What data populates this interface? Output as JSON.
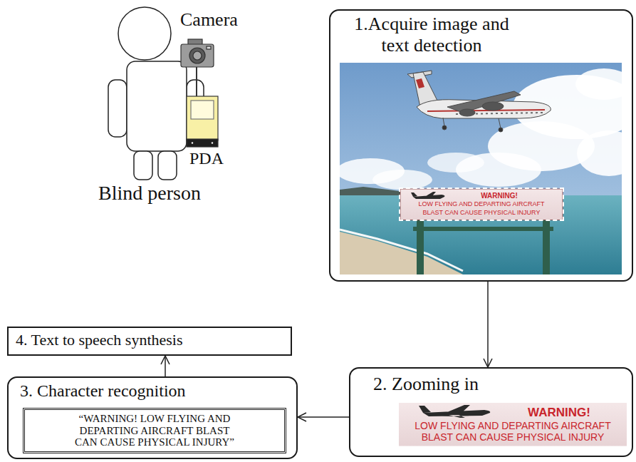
{
  "diagram": {
    "nodes": [
      {
        "text": [
          "1.Acquire image and text detection"
        ]
      },
      {
        "text": [
          "WARNING!",
          "LOW FLYING AND DEPARTING AIRCRAFT BLAST CAN CAUSE PHYSICAL INJURY"
        ],
        "in": 0
      },
      {
        "text": [
          "2. Zooming in"
        ]
      },
      {
        "text": [
          "WARNING!",
          "LOW FLYING AND DEPARTING AIRCRAFT BLAST CAN CAUSE PHYSICAL INJURY"
        ],
        "in": 2
      },
      {
        "text": [
          "3. Character recognition"
        ]
      },
      {
        "text": [
          "“WARNING! LOW FLYING AND DEPARTING AIRCRAFT BLAST CAN CAUSE PHYSICAL INJURY”"
        ],
        "in": 4
      },
      {
        "text": [
          "4. Text to speech synthesis"
        ]
      }
    ],
    "edges": [
      {
        "from": 0,
        "to": 2,
        "arrow": "to"
      },
      {
        "from": 2,
        "to": 4,
        "arrow": "to"
      },
      {
        "from": 4,
        "to": 6,
        "arrow": "to"
      }
    ],
    "labels": [
      "Camera",
      "PDA",
      "Blind person"
    ]
  }
}
